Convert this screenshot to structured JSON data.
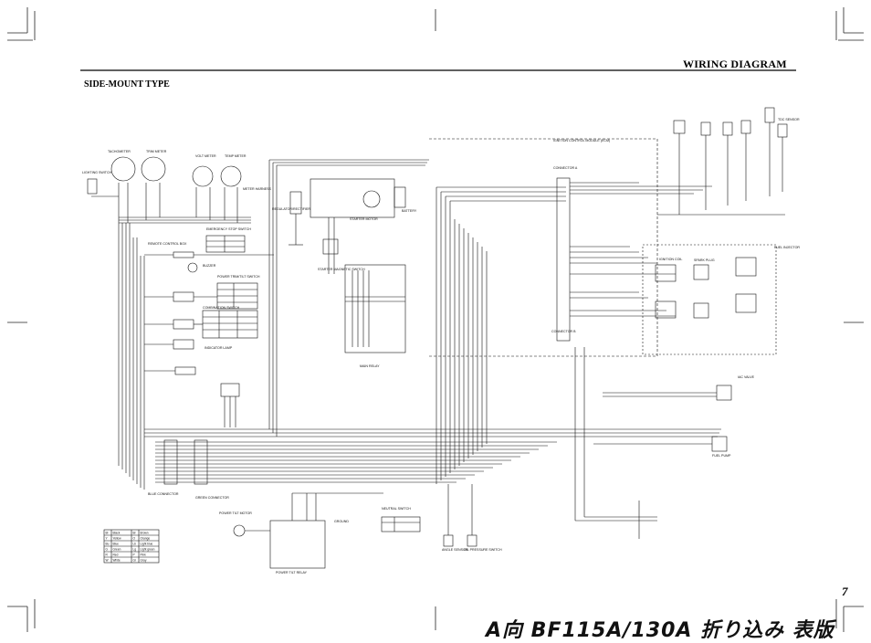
{
  "page": {
    "title": "WIRING DIAGRAM",
    "subtitle": "SIDE-MOUNT TYPE",
    "page_number": "7",
    "handwritten_note": "A向 BF115A/130A 折り込み 表版"
  },
  "components": [
    {
      "id": "tach",
      "label": "TACHOMETER"
    },
    {
      "id": "trim",
      "label": "TRIM METER"
    },
    {
      "id": "lighting",
      "label": "LIGHTING SWITCH"
    },
    {
      "id": "volt",
      "label": "VOLT METER"
    },
    {
      "id": "temp",
      "label": "TEMP METER"
    },
    {
      "id": "meterharness",
      "label": "METER HARNESS"
    },
    {
      "id": "emergency",
      "label": "EMERGENCY STOP SWITCH"
    },
    {
      "id": "remote",
      "label": "REMOTE CONTROL BOX"
    },
    {
      "id": "buzzer",
      "label": "BUZZER"
    },
    {
      "id": "powertilt",
      "label": "POWER TRIM/TILT SWITCH"
    },
    {
      "id": "combination",
      "label": "COMBINATION SWITCH"
    },
    {
      "id": "indicator",
      "label": "INDICATOR LAMP"
    },
    {
      "id": "starter",
      "label": "STARTER MOTOR"
    },
    {
      "id": "battery",
      "label": "BATTERY"
    },
    {
      "id": "regulator",
      "label": "REGULATOR/RECTIFIER"
    },
    {
      "id": "starterrelay",
      "label": "STARTER MAGNETIC SWITCH"
    },
    {
      "id": "mainrelay",
      "label": "MAIN RELAY"
    },
    {
      "id": "pgmfi",
      "label": "IGNITION CONTROL MODULE (ECM)"
    },
    {
      "id": "ignitioncoil",
      "label": "IGNITION COIL"
    },
    {
      "id": "injector",
      "label": "FUEL INJECTOR"
    },
    {
      "id": "sparkplug",
      "label": "SPARK PLUG"
    },
    {
      "id": "iac",
      "label": "IAC VALVE"
    },
    {
      "id": "fuelpump",
      "label": "FUEL PUMP"
    },
    {
      "id": "pttmotor",
      "label": "POWER TILT MOTOR"
    },
    {
      "id": "ptrelay",
      "label": "POWER TILT RELAY"
    },
    {
      "id": "angle",
      "label": "ANGLE SENSOR"
    },
    {
      "id": "neutral",
      "label": "NEUTRAL SWITCH"
    },
    {
      "id": "oilpressure",
      "label": "OIL PRESSURE SWITCH"
    },
    {
      "id": "tdcsensor",
      "label": "TDC SENSOR"
    },
    {
      "id": "blue",
      "label": "BLUE CONNECTOR"
    },
    {
      "id": "green",
      "label": "GREEN CONNECTOR"
    },
    {
      "id": "ground",
      "label": "GROUND"
    },
    {
      "id": "connA",
      "label": "CONNECTOR A"
    },
    {
      "id": "connB",
      "label": "CONNECTOR B"
    }
  ],
  "color_legend": [
    [
      "Bl",
      "Black",
      "Br",
      "Brown"
    ],
    [
      "Y",
      "Yellow",
      "O",
      "Orange"
    ],
    [
      "Bu",
      "Blue",
      "Lb",
      "Light blue"
    ],
    [
      "G",
      "Green",
      "Lg",
      "Light green"
    ],
    [
      "R",
      "Red",
      "P",
      "Pink"
    ],
    [
      "W",
      "White",
      "Gr",
      "Gray"
    ]
  ]
}
